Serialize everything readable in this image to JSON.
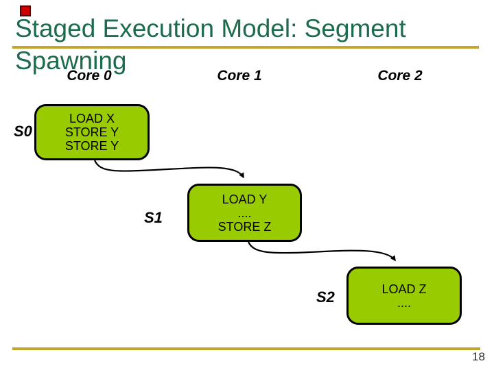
{
  "slide": {
    "title": "Staged Execution Model: Segment Spawning",
    "page_number": "18"
  },
  "columns": [
    {
      "label": "Core 0"
    },
    {
      "label": "Core 1"
    },
    {
      "label": "Core 2"
    }
  ],
  "segments": [
    {
      "label": "S0",
      "lines": [
        "LOAD X",
        "STORE Y",
        "STORE Y"
      ]
    },
    {
      "label": "S1",
      "lines": [
        "LOAD Y",
        "....",
        "STORE Z"
      ]
    },
    {
      "label": "S2",
      "lines": [
        "LOAD Z",
        "...."
      ]
    }
  ],
  "icons": {
    "corner_marker": "red-square"
  },
  "colors": {
    "title_green": "#1d6b4d",
    "rule_gold": "#c5a42e",
    "segment_fill": "#99cc00",
    "segment_border": "#000000",
    "marker_red": "#cc0000"
  }
}
